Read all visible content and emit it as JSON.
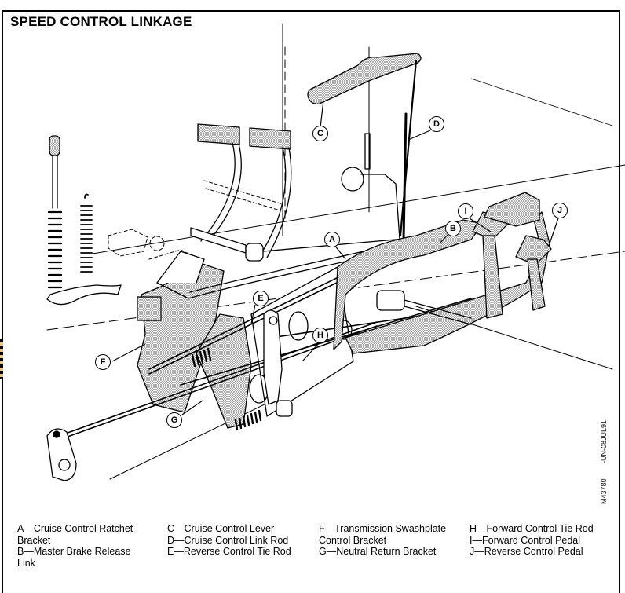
{
  "document": {
    "title": "SPEED CONTROL LINKAGE",
    "figure_codes": {
      "date_code": "-UN-08JUL91",
      "figure_id": "M43780"
    }
  },
  "callouts": [
    {
      "letter": "A",
      "name": "Cruise Control Ratchet Bracket"
    },
    {
      "letter": "B",
      "name": "Master Brake Release Link"
    },
    {
      "letter": "C",
      "name": "Cruise Control Lever"
    },
    {
      "letter": "D",
      "name": "Cruise Control Link Rod"
    },
    {
      "letter": "E",
      "name": "Reverse Control Tie Rod"
    },
    {
      "letter": "F",
      "name": "Transmission Swashplate Control Bracket"
    },
    {
      "letter": "G",
      "name": "Neutral Return Bracket"
    },
    {
      "letter": "H",
      "name": "Forward Control Tie Rod"
    },
    {
      "letter": "I",
      "name": "Forward Control Pedal"
    },
    {
      "letter": "J",
      "name": "Reverse Control Pedal"
    }
  ],
  "legend": {
    "columns": [
      [
        {
          "key": "A—",
          "text": "Cruise Control Ratchet",
          "cont": "Bracket"
        },
        {
          "key": "B—",
          "text": "Master Brake Release",
          "cont": "Link"
        }
      ],
      [
        {
          "key": "C—",
          "text": "Cruise Control Lever",
          "cont": ""
        },
        {
          "key": "D—",
          "text": "Cruise Control Link Rod",
          "cont": ""
        },
        {
          "key": "E—",
          "text": "Reverse Control Tie Rod",
          "cont": ""
        }
      ],
      [
        {
          "key": "F—",
          "text": "Transmission Swashplate",
          "cont": "Control Bracket"
        },
        {
          "key": "G—",
          "text": "Neutral Return Bracket",
          "cont": ""
        }
      ],
      [
        {
          "key": "H—",
          "text": "Forward Control Tie Rod",
          "cont": ""
        },
        {
          "key": "I—",
          "text": "Forward Control Pedal",
          "cont": ""
        },
        {
          "key": "J—",
          "text": "Reverse Control Pedal",
          "cont": ""
        }
      ]
    ]
  }
}
